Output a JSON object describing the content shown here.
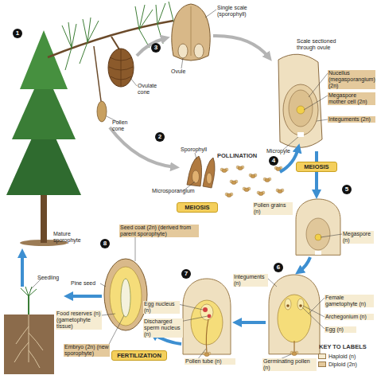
{
  "diagram": {
    "nodes": [
      {
        "text": [
          "MEIOSIS"
        ]
      },
      {
        "text": [
          "MEIOSIS"
        ]
      },
      {
        "text": [
          "FERTILIZATION"
        ]
      }
    ],
    "labels": [
      "1",
      "Ovulate cone",
      "Pollen cone",
      "Mature sporophyte",
      "2",
      "Sporophyll",
      "POLLINATION",
      "Microsporangium",
      "3",
      "Single scale (sporophyll)",
      "Ovule",
      "Scale sectioned through ovule",
      "Nucellus (megasporangium) (2n)",
      "Megaspore mother cell (2n)",
      "Integuments (2n)",
      "Micropyle",
      "4",
      "Pollen grains (n)",
      "5",
      "Megaspore (n)",
      "6",
      "Integuments (n)",
      "Female gametophyte (n)",
      "Archegonium (n)",
      "Egg (n)",
      "Germinating pollen (n)",
      "7",
      "Egg nucleus (n)",
      "Discharged sperm nucleus (n)",
      "Pollen tube (n)",
      "8",
      "Seed coat (2n) (derived from parent sporophyte)",
      "Pine seed",
      "Food reserves (n) (gametophyte tissue)",
      "Embryo (2n) (new sporophyte)",
      "Seedling",
      "KEY TO LABELS"
    ],
    "legend": [
      {
        "text": "Haploid (n)",
        "color": "#f6ecd2"
      },
      {
        "text": "Diploid (2n)",
        "color": "#e4c99c"
      }
    ]
  }
}
